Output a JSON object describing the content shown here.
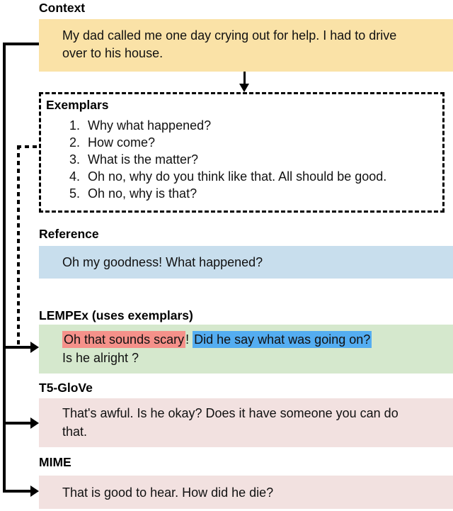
{
  "figure": {
    "context": {
      "label": "Context",
      "text": "My dad called me one day crying out for help. I had to drive over to his house."
    },
    "exemplars": {
      "label": "Exemplars",
      "items": [
        "Why what happened?",
        "How come?",
        "What is the matter?",
        "Oh no, why do you think like that. All should be good.",
        "Oh no, why is that?"
      ]
    },
    "reference": {
      "label": "Reference",
      "text": "Oh my goodness! What happened?"
    },
    "lempex": {
      "label": "LEMPEx (uses exemplars)",
      "red_text": "Oh that sounds scary",
      "between_text": "! ",
      "blue_text": "Did he say what was going on?",
      "line2_text": "Is he alright ?"
    },
    "t5_glove": {
      "label": "T5-GloVe",
      "text": "That's awful. Is he okay? Does it have someone you can do that."
    },
    "mime": {
      "label": "MIME",
      "text": "That is good to hear. How did he die?"
    }
  },
  "colors": {
    "context_bg": "#FAE2A7",
    "reference_bg": "#C8DEED",
    "lempex_bg": "#D5E8CD",
    "red_highlight": "#F5918A",
    "blue_highlight": "#54ADF1",
    "model_output_bg": "#F2E1E0",
    "line_color": "#000000"
  }
}
